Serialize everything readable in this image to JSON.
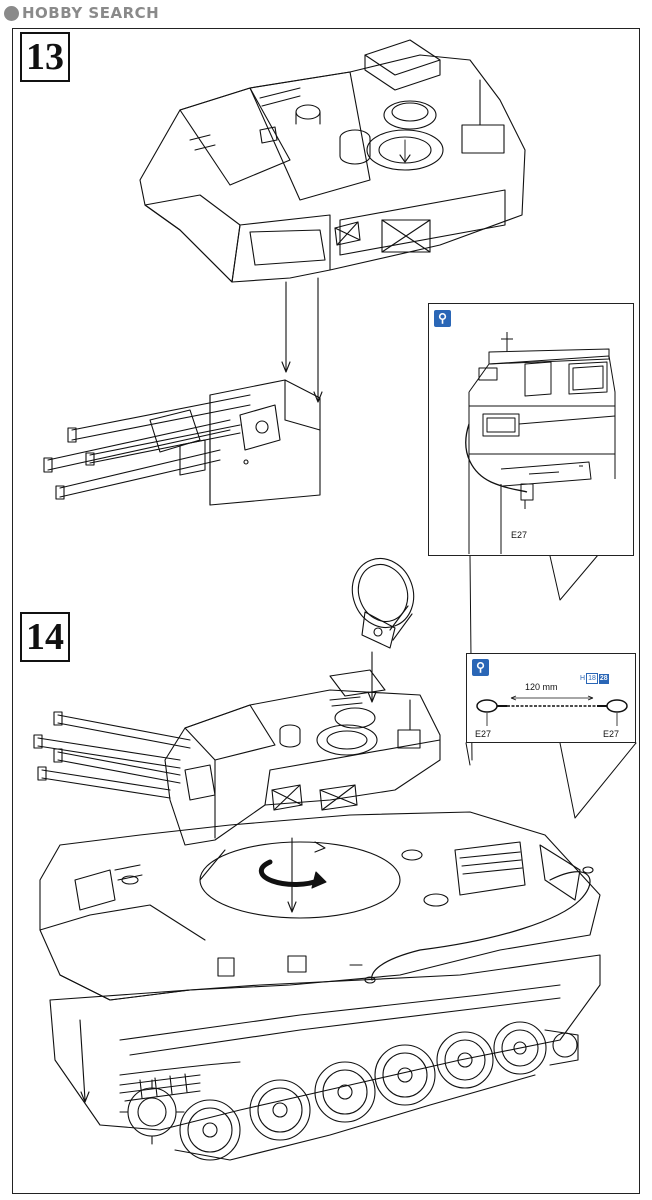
{
  "watermark": {
    "text": "HOBBY SEARCH"
  },
  "steps": {
    "step13": "13",
    "step14": "14"
  },
  "callout_a": {
    "icon": "magnifier-icon",
    "part_label": "E27"
  },
  "callout_b": {
    "icon": "magnifier-icon",
    "length_label": "120 mm",
    "left_label": "E27",
    "right_label": "E27",
    "part_ref": {
      "letter": "H",
      "num1": "18",
      "num2": "28"
    }
  },
  "colors": {
    "line": "#111111",
    "accent": "#2a66b6"
  }
}
